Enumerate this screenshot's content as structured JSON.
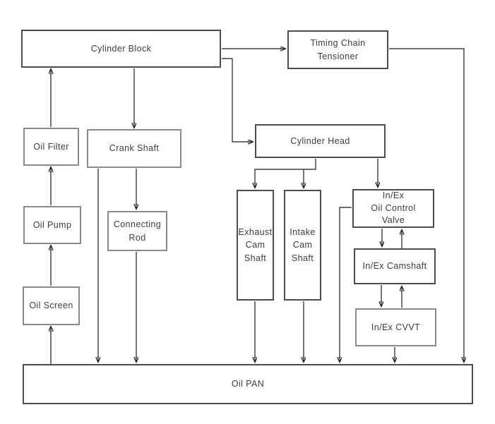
{
  "diagram": {
    "type": "flow-diagram",
    "subject": "Engine oil circulation / lubrication flow",
    "nodes": {
      "cylinder_block": {
        "label": "Cylinder Block"
      },
      "timing_chain_tensioner": {
        "label": "Timing Chain\nTensioner"
      },
      "oil_filter": {
        "label": "Oil Filter"
      },
      "crank_shaft": {
        "label": "Crank Shaft"
      },
      "cylinder_head": {
        "label": "Cylinder Head"
      },
      "oil_pump": {
        "label": "Oil Pump"
      },
      "connecting_rod": {
        "label": "Connecting\nRod"
      },
      "exhaust_cam_shaft": {
        "label": "Exhaust\nCam\nShaft"
      },
      "intake_cam_shaft": {
        "label": "Intake\nCam\nShaft"
      },
      "oil_control_valve": {
        "label": "In/Ex\nOil Control\nValve"
      },
      "in_ex_camshaft": {
        "label": "In/Ex Camshaft"
      },
      "oil_screen": {
        "label": "Oil Screen"
      },
      "in_ex_cvvt": {
        "label": "In/Ex CVVT"
      },
      "oil_pan": {
        "label": "Oil PAN"
      }
    },
    "edges": [
      {
        "from": "oil_pan",
        "to": "oil_screen"
      },
      {
        "from": "oil_screen",
        "to": "oil_pump"
      },
      {
        "from": "oil_pump",
        "to": "oil_filter"
      },
      {
        "from": "oil_filter",
        "to": "cylinder_block"
      },
      {
        "from": "cylinder_block",
        "to": "crank_shaft"
      },
      {
        "from": "cylinder_block",
        "to": "timing_chain_tensioner"
      },
      {
        "from": "cylinder_block",
        "to": "cylinder_head"
      },
      {
        "from": "timing_chain_tensioner",
        "to": "oil_pan"
      },
      {
        "from": "crank_shaft",
        "to": "connecting_rod"
      },
      {
        "from": "crank_shaft",
        "to": "oil_pan"
      },
      {
        "from": "connecting_rod",
        "to": "oil_pan"
      },
      {
        "from": "cylinder_head",
        "to": "exhaust_cam_shaft"
      },
      {
        "from": "cylinder_head",
        "to": "intake_cam_shaft"
      },
      {
        "from": "cylinder_head",
        "to": "oil_control_valve"
      },
      {
        "from": "exhaust_cam_shaft",
        "to": "oil_pan"
      },
      {
        "from": "intake_cam_shaft",
        "to": "oil_pan"
      },
      {
        "from": "oil_control_valve",
        "to": "in_ex_camshaft"
      },
      {
        "from": "in_ex_camshaft",
        "to": "oil_control_valve"
      },
      {
        "from": "in_ex_camshaft",
        "to": "in_ex_cvvt"
      },
      {
        "from": "in_ex_cvvt",
        "to": "in_ex_camshaft"
      },
      {
        "from": "in_ex_cvvt",
        "to": "oil_pan"
      },
      {
        "from": "oil_control_valve",
        "to": "oil_pan"
      }
    ],
    "colors": {
      "background": "#ffffff",
      "line": "#1b1b1b",
      "border_dark": "#4d4d4d",
      "border_gray": "#8a8a8a",
      "text": "#3d3d3d"
    }
  }
}
